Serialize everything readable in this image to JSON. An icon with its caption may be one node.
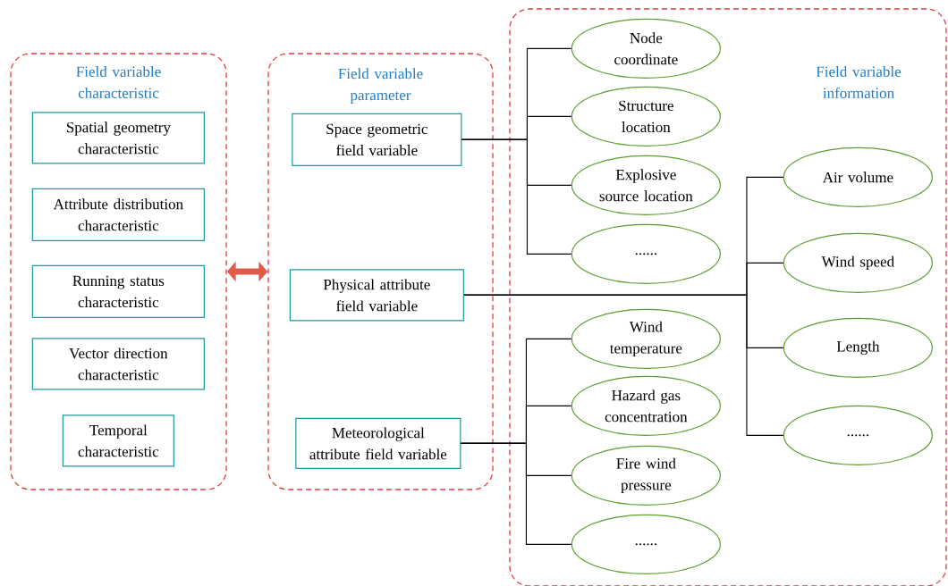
{
  "diagram": {
    "nodes": [
      {
        "text": [
          "Field variable characteristic"
        ]
      },
      {
        "text": [
          "Spatial geometry characteristic"
        ],
        "in": 0
      },
      {
        "text": [
          "Attribute distribution characteristic"
        ],
        "in": 0
      },
      {
        "text": [
          "Running status characteristic"
        ],
        "in": 0
      },
      {
        "text": [
          "Vector direction characteristic"
        ],
        "in": 0
      },
      {
        "text": [
          "Temporal characteristic"
        ],
        "in": 0
      },
      {
        "text": [
          "Field variable parameter"
        ]
      },
      {
        "text": [
          "Space geometric field variable"
        ],
        "in": 6
      },
      {
        "text": [
          "Physical attribute field variable"
        ],
        "in": 6
      },
      {
        "text": [
          "Meteorological attribute field variable"
        ],
        "in": 6
      },
      {
        "text": [
          "Field variable information"
        ]
      },
      {
        "text": [
          "Node coordinate"
        ],
        "in": 10
      },
      {
        "text": [
          "Structure location"
        ],
        "in": 10
      },
      {
        "text": [
          "Explosive source location"
        ],
        "in": 10
      },
      {
        "text": [
          "......"
        ],
        "in": 10
      },
      {
        "text": [
          "Air volume"
        ],
        "in": 10
      },
      {
        "text": [
          "Wind speed"
        ],
        "in": 10
      },
      {
        "text": [
          "Length"
        ],
        "in": 10
      },
      {
        "text": [
          "......"
        ],
        "in": 10
      },
      {
        "text": [
          "Wind temperature"
        ],
        "in": 10
      },
      {
        "text": [
          "Hazard gas concentration"
        ],
        "in": 10
      },
      {
        "text": [
          "Fire wind pressure"
        ],
        "in": 10
      },
      {
        "text": [
          "......"
        ],
        "in": 10
      }
    ],
    "edges": [
      {
        "from": 0,
        "to": 6,
        "arrow": "both",
        "style": "thick",
        "color": "#e05a4a"
      },
      {
        "from": 7,
        "to": 11,
        "arrow": "none"
      },
      {
        "from": 7,
        "to": 12,
        "arrow": "none"
      },
      {
        "from": 7,
        "to": 13,
        "arrow": "none"
      },
      {
        "from": 7,
        "to": 14,
        "arrow": "none"
      },
      {
        "from": 8,
        "to": 15,
        "arrow": "none"
      },
      {
        "from": 8,
        "to": 16,
        "arrow": "none"
      },
      {
        "from": 8,
        "to": 17,
        "arrow": "none"
      },
      {
        "from": 8,
        "to": 18,
        "arrow": "none"
      },
      {
        "from": 9,
        "to": 19,
        "arrow": "none"
      },
      {
        "from": 9,
        "to": 20,
        "arrow": "none"
      },
      {
        "from": 9,
        "to": 21,
        "arrow": "none"
      },
      {
        "from": 9,
        "to": 22,
        "arrow": "none"
      }
    ]
  }
}
